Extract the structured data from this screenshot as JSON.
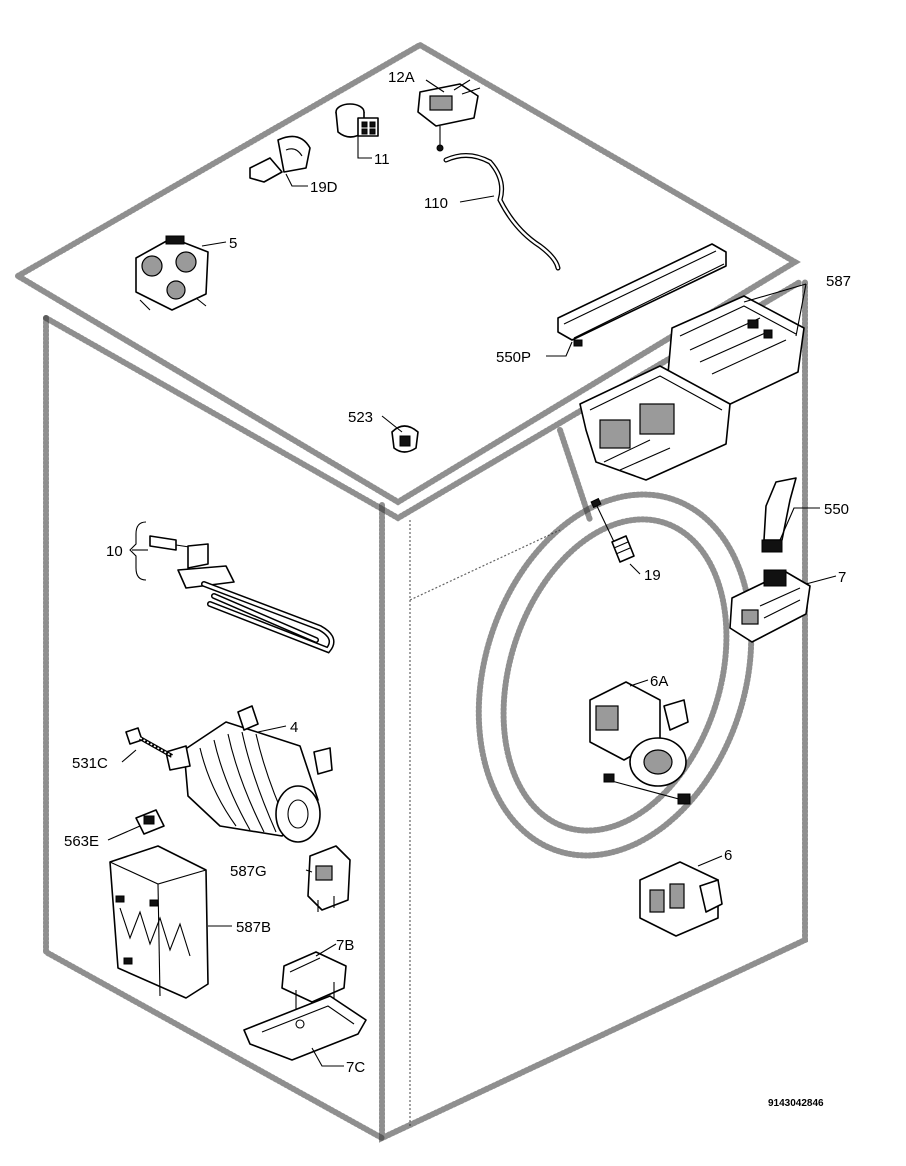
{
  "callouts": {
    "c12A": "12A",
    "c11": "11",
    "c19D": "19D",
    "c110": "110",
    "c5": "5",
    "c587": "587",
    "c550P": "550P",
    "c523": "523",
    "c10": "10",
    "c550": "550",
    "c19": "19",
    "c7": "7",
    "c6A": "6A",
    "c4": "4",
    "c531C": "531C",
    "c563E": "563E",
    "c587G": "587G",
    "c6": "6",
    "c587B": "587B",
    "c7B": "7B",
    "c7C": "7C"
  },
  "drawing_number": "9143042846"
}
